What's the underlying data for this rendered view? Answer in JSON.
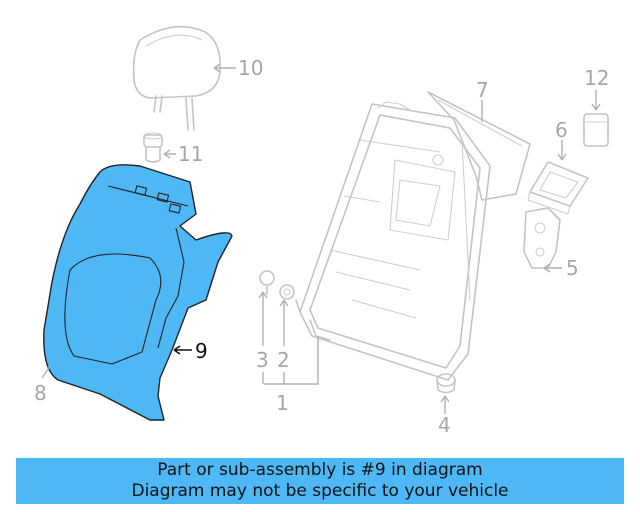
{
  "diagram": {
    "callouts": [
      {
        "id": "1",
        "label": "1"
      },
      {
        "id": "2",
        "label": "2"
      },
      {
        "id": "3",
        "label": "3"
      },
      {
        "id": "4",
        "label": "4"
      },
      {
        "id": "5",
        "label": "5"
      },
      {
        "id": "6",
        "label": "6"
      },
      {
        "id": "7",
        "label": "7"
      },
      {
        "id": "8",
        "label": "8"
      },
      {
        "id": "9",
        "label": "9"
      },
      {
        "id": "10",
        "label": "10"
      },
      {
        "id": "11",
        "label": "11"
      },
      {
        "id": "12",
        "label": "12"
      }
    ],
    "highlighted_part": "9",
    "highlight_color": "#4db8f5",
    "line_color": "#c4c4c4"
  },
  "banner": {
    "line1": "Part or sub-assembly is #9 in diagram",
    "line2": "Diagram may not be specific to your vehicle",
    "color": "#4db8f5"
  }
}
